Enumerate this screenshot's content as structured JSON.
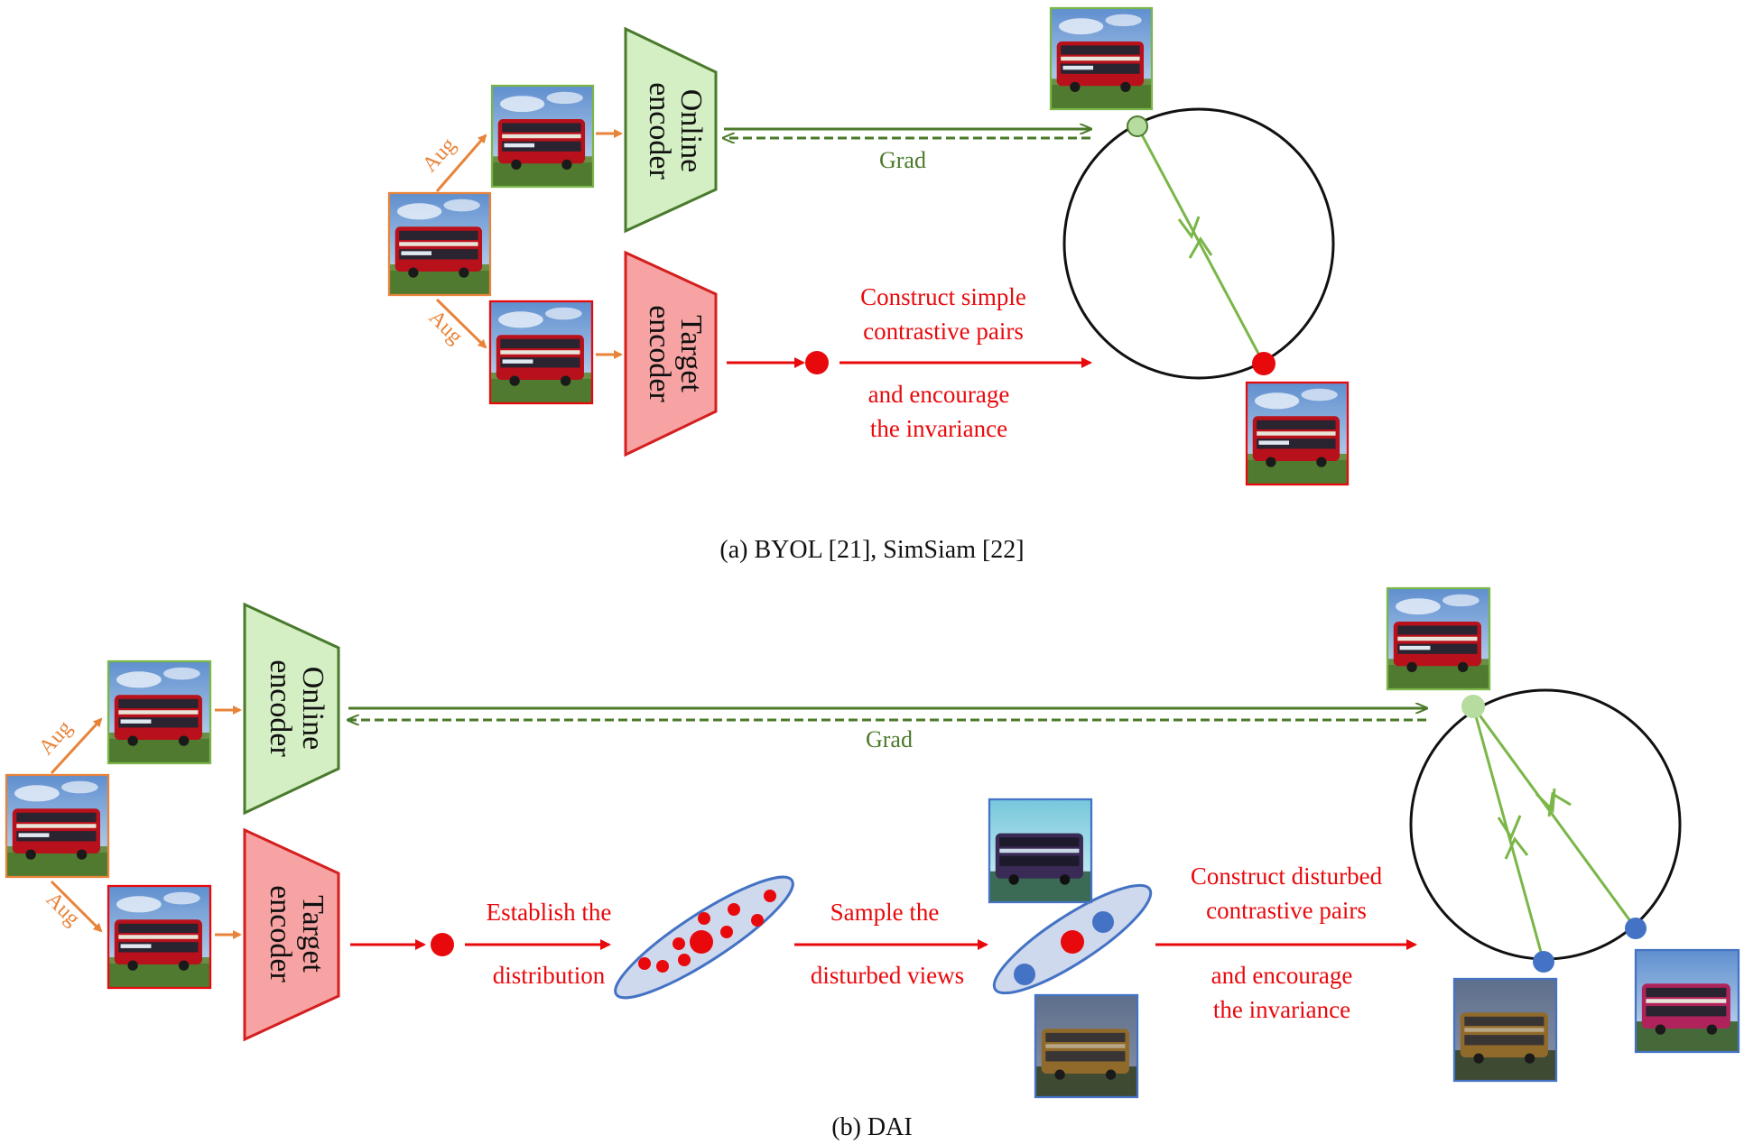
{
  "panel_a": {
    "online_encoder": [
      "Online",
      "encoder"
    ],
    "target_encoder": [
      "Target",
      "encoder"
    ],
    "aug_upper": "Aug",
    "aug_lower": "Aug",
    "grad": "Grad",
    "construct_text": [
      "Construct simple",
      "contrastive pairs"
    ],
    "encourage_text": [
      "and encourage",
      "the invariance"
    ],
    "caption": "(a)  BYOL [21], SimSiam [22]"
  },
  "panel_b": {
    "online_encoder": [
      "Online",
      "encoder"
    ],
    "target_encoder": [
      "Target",
      "encoder"
    ],
    "aug_upper": "Aug",
    "aug_lower": "Aug",
    "grad": "Grad",
    "establish_text": [
      "Establish the",
      "distribution"
    ],
    "sample_text": [
      "Sample the",
      "disturbed views"
    ],
    "construct_text": [
      "Construct disturbed",
      "contrastive pairs"
    ],
    "encourage_text": [
      "and encourage",
      "the invariance"
    ],
    "caption": "(b)  DAI"
  },
  "colors": {
    "online_fill": "#d4efc4",
    "online_stroke": "#4a7a2c",
    "target_fill": "#f7a3a3",
    "target_stroke": "#d41f1f",
    "aug_orange": "#e8833a",
    "grad_green": "#4b7a2a",
    "light_green": "#7ab648",
    "red": "#e8090c",
    "blue": "#4472c4",
    "ellipse_fill": "#cfd9ee"
  }
}
